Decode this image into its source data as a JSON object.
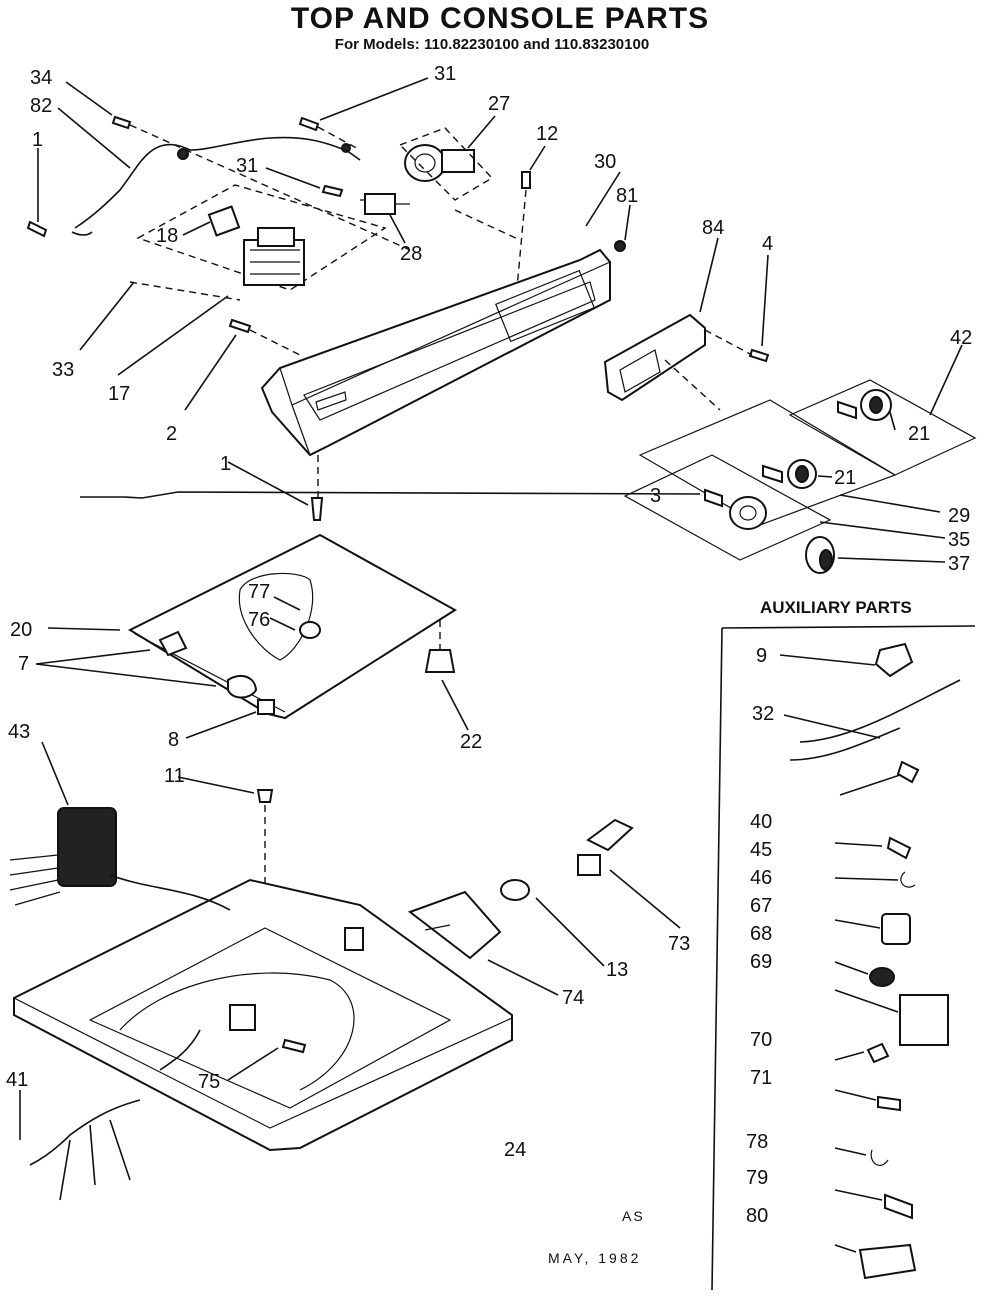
{
  "title": "TOP AND CONSOLE PARTS",
  "subtitle": "For Models: 110.82230100 and 110.83230100",
  "auxiliary_heading": "AUXILIARY PARTS",
  "footer": {
    "code": "AS",
    "date": "MAY, 1982"
  },
  "callouts": {
    "c34": "34",
    "c31a": "31",
    "c82": "82",
    "c27": "27",
    "c12": "12",
    "c30": "30",
    "c1a": "1",
    "c31b": "31",
    "c81": "81",
    "c84": "84",
    "c18": "18",
    "c28": "28",
    "c4": "4",
    "c42": "42",
    "c33": "33",
    "c17": "17",
    "c2": "2",
    "c21a": "21",
    "c21b": "21",
    "c1b": "1",
    "c3": "3",
    "c29": "29",
    "c35": "35",
    "c37": "37",
    "c77": "77",
    "c76": "76",
    "c20": "20",
    "c7": "7",
    "c8": "8",
    "c22": "22",
    "c43": "43",
    "c11": "11",
    "c73": "73",
    "c13": "13",
    "c74": "74",
    "c75": "75",
    "c41": "41",
    "c24": "24"
  },
  "auxiliary_parts": [
    "9",
    "32",
    "40",
    "45",
    "46",
    "67",
    "68",
    "69",
    "70",
    "71",
    "78",
    "79",
    "80"
  ]
}
